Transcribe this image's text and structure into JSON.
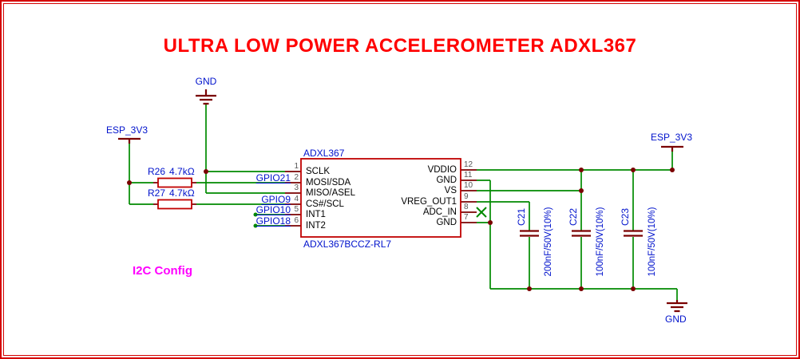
{
  "title": "ULTRA LOW POWER ACCELEROMETER ADXL367",
  "note": "I2C Config",
  "power": {
    "gnd_top": "GND",
    "esp3v3_left": "ESP_3V3",
    "esp3v3_right": "ESP_3V3",
    "gnd_bottom": "GND"
  },
  "ic": {
    "designator": "ADXL367",
    "value": "ADXL367BCCZ-RL7",
    "left_pins": [
      {
        "num": "1",
        "name": "SCLK"
      },
      {
        "num": "2",
        "name": "MOSI/SDA"
      },
      {
        "num": "3",
        "name": "MISO/ASEL"
      },
      {
        "num": "4",
        "name": "CS#/SCL"
      },
      {
        "num": "5",
        "name": "INT1"
      },
      {
        "num": "6",
        "name": "INT2"
      }
    ],
    "right_pins": [
      {
        "num": "12",
        "name": "VDDIO"
      },
      {
        "num": "11",
        "name": "GND"
      },
      {
        "num": "10",
        "name": "VS"
      },
      {
        "num": "9",
        "name": "VREG_OUT1"
      },
      {
        "num": "8",
        "name": "ADC_IN"
      },
      {
        "num": "7",
        "name": "GND"
      }
    ]
  },
  "resistors": [
    {
      "ref": "R26",
      "value": "4.7kΩ"
    },
    {
      "ref": "R27",
      "value": "4.7kΩ"
    }
  ],
  "capacitors": [
    {
      "ref": "C21",
      "value": "200nF/50V(10%)"
    },
    {
      "ref": "C22",
      "value": "100nF/50V(10%)"
    },
    {
      "ref": "C23",
      "value": "100nF/50V(10%)"
    }
  ],
  "net_labels": [
    {
      "name": "GPIO21"
    },
    {
      "name": "GPIO9"
    },
    {
      "name": "GPIO10"
    },
    {
      "name": "GPIO18"
    }
  ],
  "colors": {
    "wire_green": "#008a00",
    "symbol_red": "#c00000",
    "pin_dark_red": "#7a0000",
    "label_blue": "#0012cc",
    "title_red": "#ff0000",
    "note_magenta": "#ff00ff",
    "border_red": "#d40000"
  }
}
